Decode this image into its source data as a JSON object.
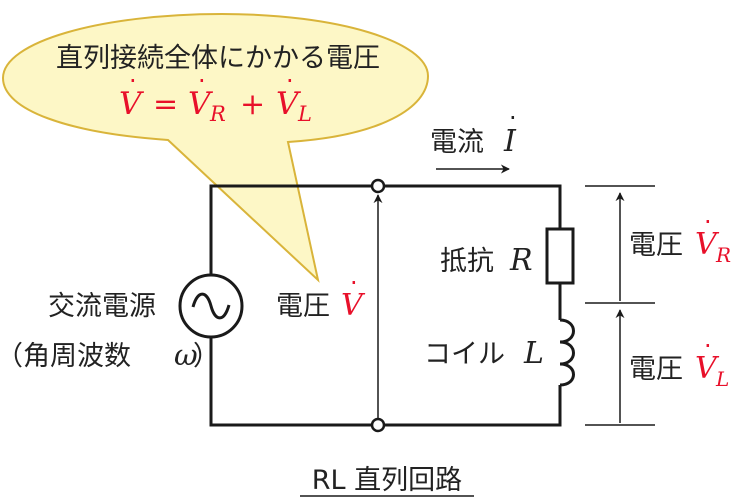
{
  "callout": {
    "line1": "直列接続全体にかかる電圧",
    "eq_V": "V",
    "eq_equals": "=",
    "eq_VR_main": "V",
    "eq_VR_sub": "R",
    "eq_plus": "+",
    "eq_VL_main": "V",
    "eq_VL_sub": "L"
  },
  "current": {
    "label": "電流",
    "symbol": "I"
  },
  "source": {
    "label": "交流電源",
    "note_open": "（角周波数",
    "omega": "ω",
    "note_close": "）"
  },
  "voltage_total": {
    "label": "電圧",
    "symbol": "V"
  },
  "resistor": {
    "label": "抵抗",
    "symbol": "R"
  },
  "coil": {
    "label": "コイル",
    "symbol": "L"
  },
  "voltage_R": {
    "label": "電圧",
    "symbol": "V",
    "sub": "R"
  },
  "voltage_L": {
    "label": "電圧",
    "symbol": "V",
    "sub": "L"
  },
  "caption": "RL 直列回路",
  "colors": {
    "callout_fill": "#fdf7c6",
    "callout_stroke": "#d9b43a",
    "accent_red": "#e8102a",
    "line": "#1a1a1a"
  }
}
